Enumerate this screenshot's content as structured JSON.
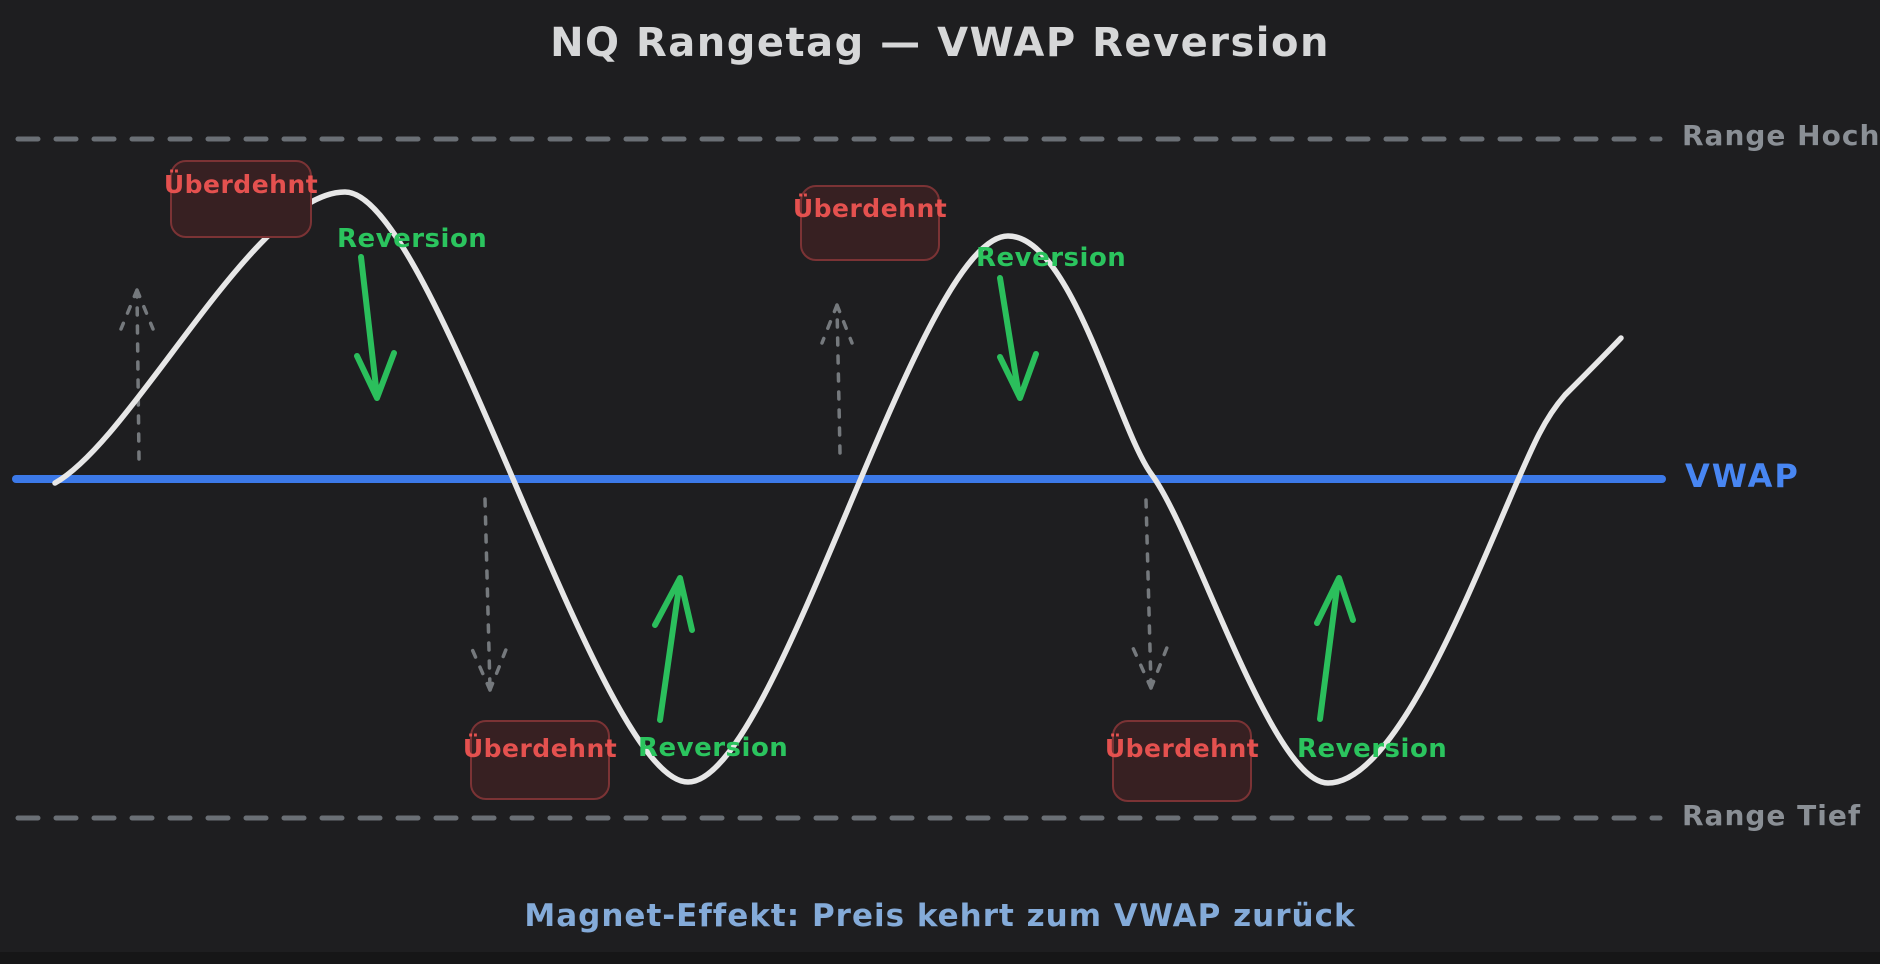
{
  "title": "NQ Rangetag — VWAP Reversion",
  "footer": {
    "caption": "Magnet-Effekt: Preis kehrt zum VWAP zurück"
  },
  "levels": {
    "range_high_label": "Range Hoch",
    "range_low_label": "Range Tief",
    "vwap_label": "VWAP"
  },
  "annotations": {
    "overextended_label": "Überdehnt",
    "reversion_label": "Reversion"
  },
  "colors": {
    "background": "#1e1e20",
    "price_curve": "#e7e7e7",
    "vwap_line": "#3c79e8",
    "vwap_label": "#4886f2",
    "range_dashed_line": "#6a6f75",
    "range_label": "#8a8f95",
    "overextended_text": "#e4514f",
    "overextended_box_bg": "#372022",
    "overextended_box_border": "#7b3335",
    "reversion_green": "#2bc45e",
    "caption_blue": "#84abd9",
    "dashed_arrow_gray": "#75797d"
  },
  "diagram": {
    "type": "price-schematic",
    "description_elements": [
      "range high band",
      "range low band",
      "VWAP midline",
      "oscillating price wave with two peaks and two troughs",
      "overextension zones",
      "reversion arrows toward VWAP"
    ]
  }
}
